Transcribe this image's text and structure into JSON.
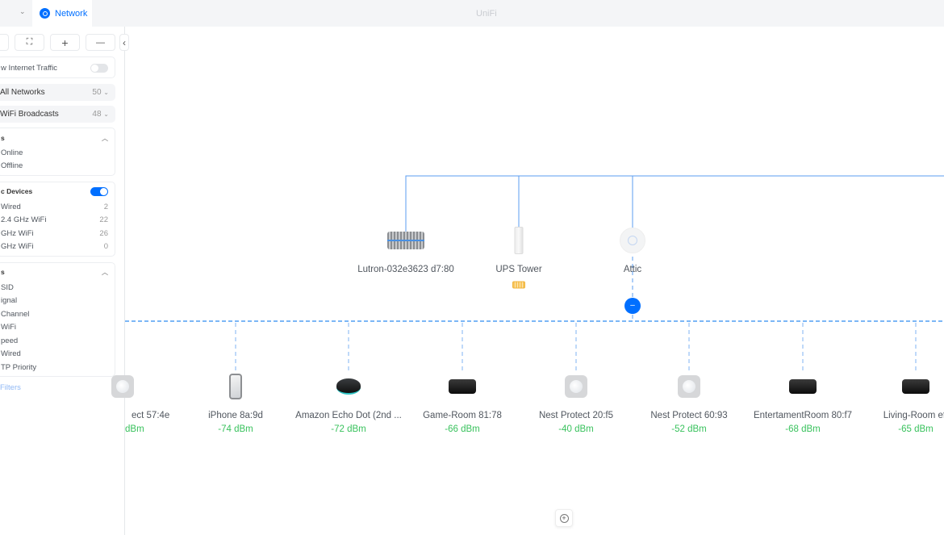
{
  "header": {
    "app_title": "UniFi",
    "tab_label": "Network"
  },
  "toolbar": {
    "fullscreen": "⛶",
    "zoom_in": "+",
    "zoom_out": "—",
    "collapse": "‹"
  },
  "sidebar": {
    "internet_traffic": {
      "label": "w Internet Traffic",
      "enabled": false
    },
    "networks": {
      "label": "All Networks",
      "count": "50"
    },
    "wifi": {
      "label": "WiFi Broadcasts",
      "count": "48"
    },
    "status": {
      "title": "s",
      "items": [
        "Online",
        "Offline"
      ]
    },
    "devices": {
      "title": "c Devices",
      "enabled": true,
      "items": [
        {
          "label": "Wired",
          "count": "2"
        },
        {
          "label": "2.4 GHz WiFi",
          "count": "22"
        },
        {
          "label": "GHz WiFi",
          "count": "26"
        },
        {
          "label": "GHz WiFi",
          "count": "0"
        }
      ]
    },
    "columns": {
      "title": "s",
      "items": [
        "SID",
        "ignal",
        "Channel",
        "WiFi",
        "peed",
        "Wired",
        "TP Priority"
      ]
    },
    "filters_link": "Filters"
  },
  "topology": {
    "upstream": [
      {
        "name": "Lutron-032e3623 d7:80",
        "icon": "lutron-hub-icon"
      },
      {
        "name": "UPS Tower",
        "icon": "ups-icon",
        "battery": "battery-icon"
      },
      {
        "name": "Attic",
        "icon": "access-point-icon"
      }
    ],
    "clients": [
      {
        "name": "ect 57:4e",
        "signal": "dBm",
        "icon": "nest-protect-icon"
      },
      {
        "name": "iPhone 8a:9d",
        "signal": "-74 dBm",
        "icon": "iphone-icon"
      },
      {
        "name": "Amazon Echo Dot (2nd ...",
        "signal": "-72 dBm",
        "icon": "echo-dot-icon"
      },
      {
        "name": "Game-Room 81:78",
        "signal": "-66 dBm",
        "icon": "apple-tv-icon"
      },
      {
        "name": "Nest Protect 20:f5",
        "signal": "-40 dBm",
        "icon": "nest-protect-icon"
      },
      {
        "name": "Nest Protect 60:93",
        "signal": "-52 dBm",
        "icon": "nest-protect-icon"
      },
      {
        "name": "EntertamentRoom 80:f7",
        "signal": "-68 dBm",
        "icon": "apple-tv-icon"
      },
      {
        "name": "Living-Room ef:",
        "signal": "-65 dBm",
        "icon": "apple-tv-icon"
      }
    ]
  },
  "colors": {
    "accent": "#006fff",
    "signal_good": "#39c25d",
    "link": "#5b9cf0"
  }
}
